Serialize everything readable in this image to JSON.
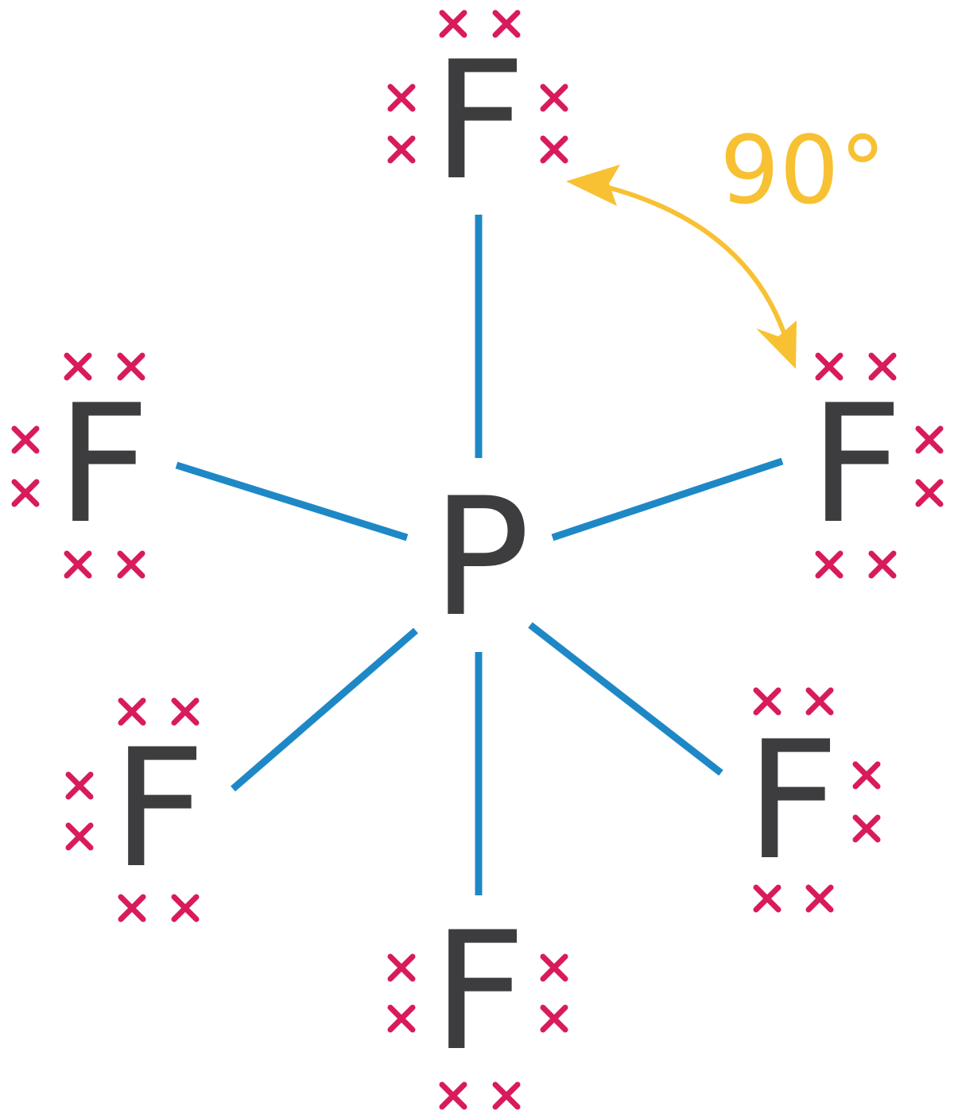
{
  "molecule": {
    "central_atom": "P",
    "outer_atoms": [
      {
        "id": "top",
        "symbol": "F"
      },
      {
        "id": "upper-left",
        "symbol": "F"
      },
      {
        "id": "upper-right",
        "symbol": "F"
      },
      {
        "id": "lower-left",
        "symbol": "F"
      },
      {
        "id": "lower-right",
        "symbol": "F"
      },
      {
        "id": "bottom",
        "symbol": "F"
      }
    ],
    "lone_pairs_per_fluorine": 3,
    "electron_marker": "x"
  },
  "angle_annotation": {
    "label": "90°"
  },
  "colors": {
    "atom_text": "#3d3d3f",
    "bond": "#1e88c7",
    "electron_marker": "#d81b5c",
    "angle_annotation": "#f7c133",
    "background": "#ffffff"
  }
}
